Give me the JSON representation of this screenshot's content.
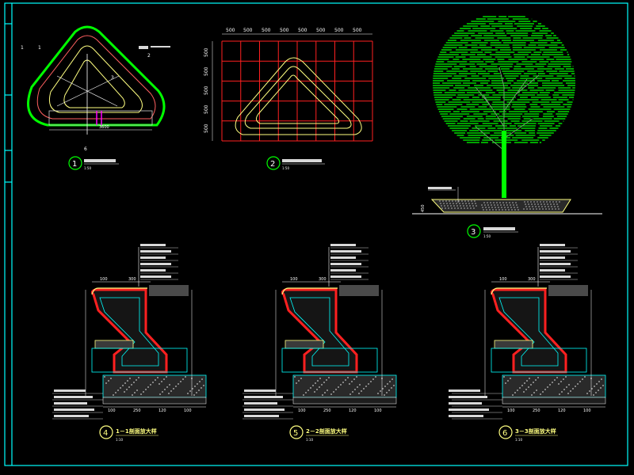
{
  "sheet": {
    "colors": {
      "background": "#000000",
      "frame": "#00ffff",
      "plan_outline": "#ffff80",
      "grid": "#ff2020",
      "tree": "#00ff00",
      "section_fill": "#ff2020",
      "dimension": "#ffffff",
      "hatch": "#00ffff"
    }
  },
  "views": [
    {
      "num": "1",
      "scale": "1:50"
    },
    {
      "num": "2",
      "scale": "1:50"
    },
    {
      "num": "3",
      "scale": "1:50"
    }
  ],
  "sections": [
    {
      "num": "4",
      "title": "1－1剖面放大样",
      "scale": "1:10"
    },
    {
      "num": "5",
      "title": "2－2剖面放大样",
      "scale": "1:10"
    },
    {
      "num": "6",
      "title": "3－3剖面放大样",
      "scale": "1:10"
    }
  ],
  "grid_dims": {
    "top": [
      "500",
      "500",
      "500",
      "500",
      "500",
      "500",
      "500",
      "500"
    ],
    "left": [
      "500",
      "500",
      "500",
      "500",
      "500"
    ]
  },
  "plan_marks": [
    "1",
    "2",
    "3",
    "1",
    "6"
  ],
  "plan_dim": "3600",
  "tree_height_dim": "450",
  "section_dims": {
    "top": [
      "100",
      "300"
    ],
    "bottom": [
      "100",
      "250",
      "120",
      "100"
    ]
  }
}
